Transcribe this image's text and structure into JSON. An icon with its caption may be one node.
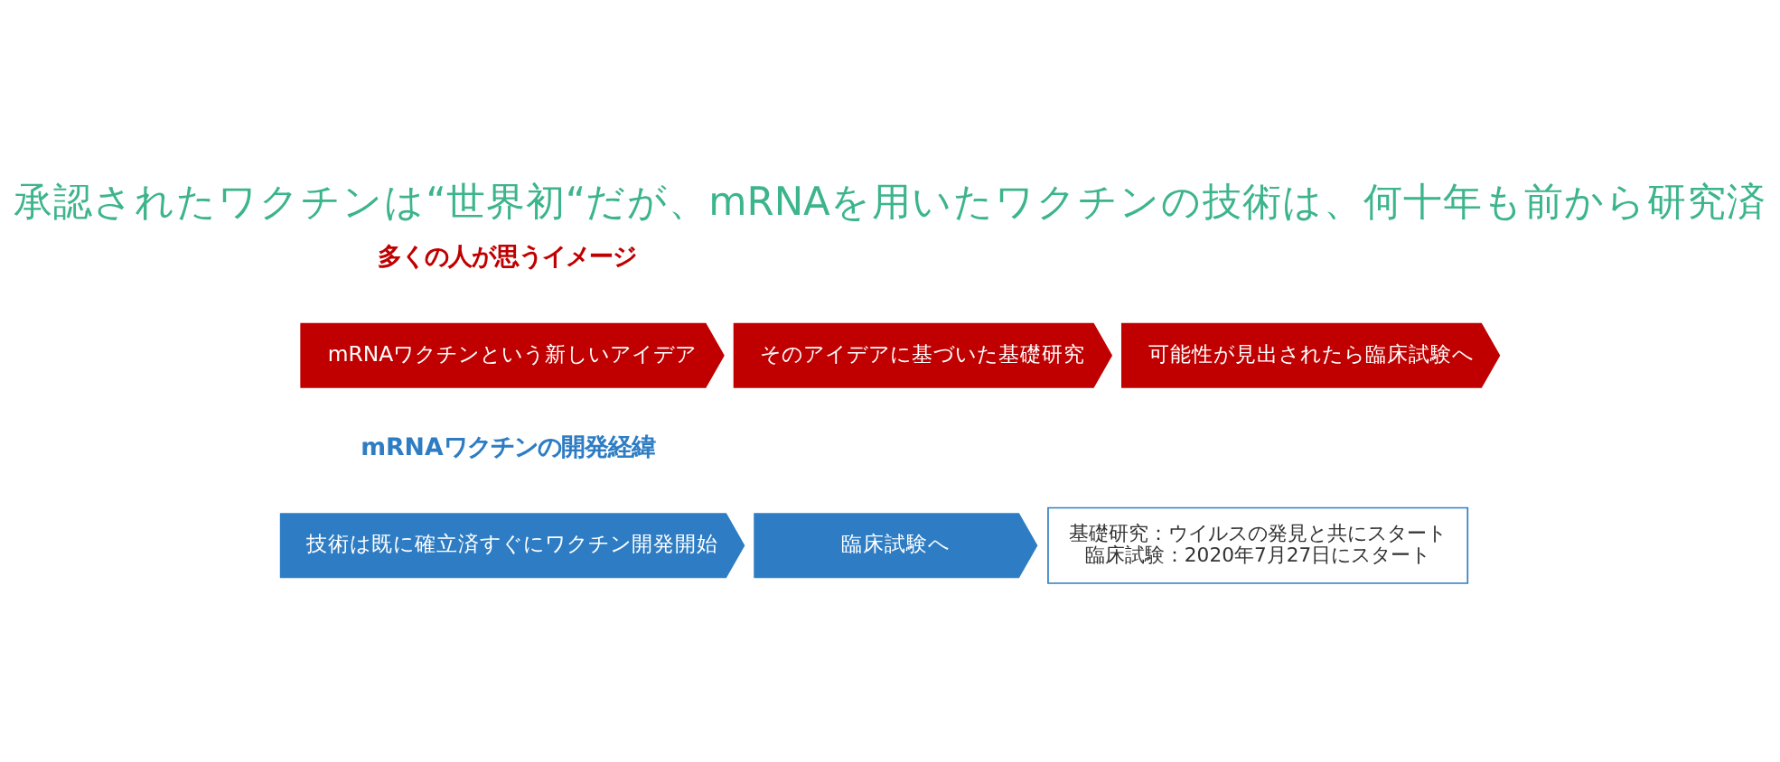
{
  "diagram": {
    "title": "承認されたワクチンは“世界初“だが、mRNAを用いたワクチンの技術は、何十年も前から研究済",
    "nodes": [
      {
        "text": [
          "mRNAワクチンという新しいアイデア"
        ]
      },
      {
        "text": [
          "そのアイデアに基づいた基礎研究"
        ]
      },
      {
        "text": [
          "可能性が見出されたら臨床試験へ"
        ]
      },
      {
        "text": [
          "技術は既に確立済すぐにワクチン開発開始"
        ]
      },
      {
        "text": [
          "臨床試験へ"
        ]
      },
      {
        "text": [
          "基礎研究：ウイルスの発見と共にスタート",
          "臨床試験：2020年7月27日にスタート"
        ]
      }
    ],
    "labels": [
      "多くの人が思うイメージ",
      "mRNAワクチンの開発経緯"
    ]
  }
}
